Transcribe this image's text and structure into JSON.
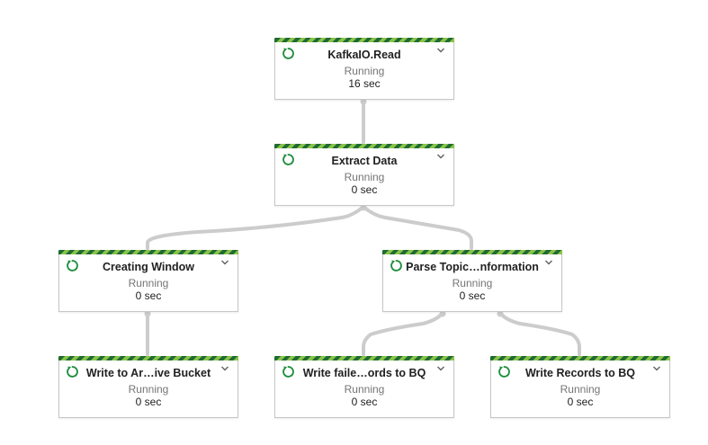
{
  "colors": {
    "running_icon": "#1e8e3e",
    "stripe_light": "#8bc34a",
    "stripe_dark": "#1e6b33",
    "edge": "#cccccc",
    "chevron": "#616161"
  },
  "icons": {
    "status": "refresh-circle-icon",
    "expand": "chevron-down-icon"
  },
  "graph": {
    "nodes": {
      "kafka_read": {
        "title": "KafkaIO.Read",
        "status": "Running",
        "time": "16 sec"
      },
      "extract_data": {
        "title": "Extract Data",
        "status": "Running",
        "time": "0 sec"
      },
      "creating_window": {
        "title": "Creating Window",
        "status": "Running",
        "time": "0 sec"
      },
      "parse_topic": {
        "title": "Parse Topic…nformation",
        "status": "Running",
        "time": "0 sec"
      },
      "write_archive": {
        "title": "Write to Ar…ive Bucket",
        "status": "Running",
        "time": "0 sec"
      },
      "write_failed": {
        "title": "Write faile…ords to BQ",
        "status": "Running",
        "time": "0 sec"
      },
      "write_records": {
        "title": "Write Records to BQ",
        "status": "Running",
        "time": "0 sec"
      }
    }
  }
}
